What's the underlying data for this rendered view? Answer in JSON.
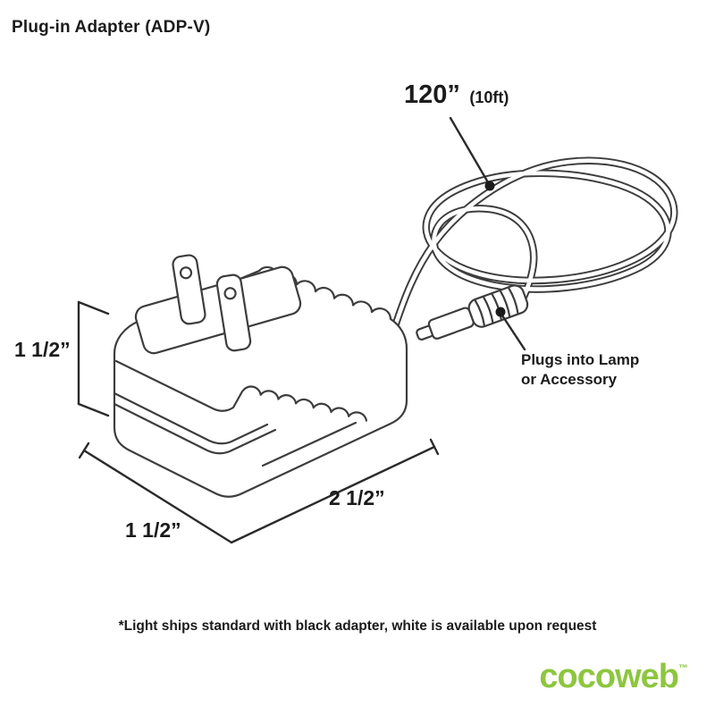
{
  "title": "Plug-in Adapter (ADP-V)",
  "annotations": {
    "cable": {
      "length": "120”",
      "length_alt": "(10ft)"
    },
    "plug": {
      "line1": "Plugs into Lamp",
      "line2": "or Accessory"
    },
    "dim_height": "1 1/2”",
    "dim_depth": "1 1/2”",
    "dim_width": "2 1/2”"
  },
  "footnote": "*Light ships standard with black adapter, white is available upon request",
  "logo": {
    "text": "cocoweb",
    "tm": "™"
  },
  "colors": {
    "logo_green": "#8dc63f",
    "line": "#3d3d3d",
    "text": "#1b1b1b",
    "background": "#ffffff"
  }
}
